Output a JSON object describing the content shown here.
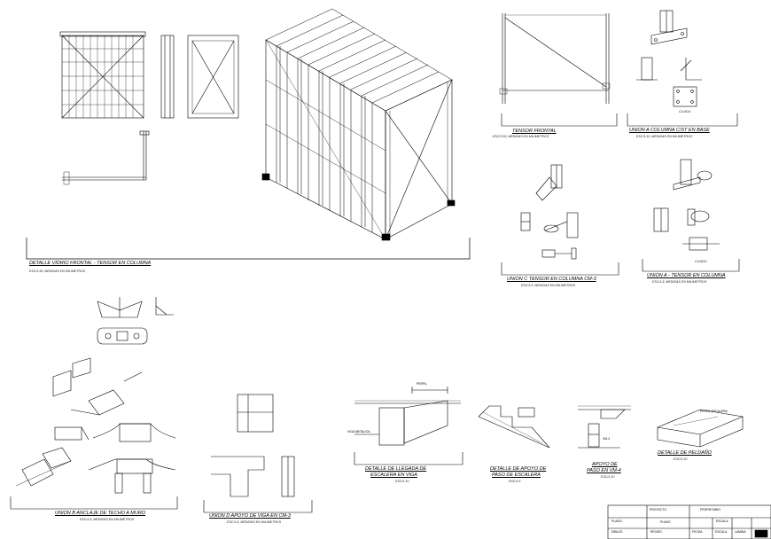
{
  "captions": {
    "main": {
      "title": "DETALLE VIDRIO FRONTAL - TENSOR EN COLUMNA",
      "note": "ESC/1:50, MEDIDAS EN MILIMETROS"
    },
    "tensor_frontal": {
      "title": "TENSOR FRONTAL",
      "note": "ESC/1:50, MEDIDAS EN MILIMETROS"
    },
    "union_base": {
      "title": "UNION A COLUMNA C/ST EN BASE",
      "note": "ESC/1:10, MEDIDAS EN MILIMETROS",
      "sub": "C/LADO"
    },
    "union_c_tensor": {
      "title": "UNION C TENSOR EN COLUMNA CM-3",
      "note": "ESC/1:5, MEDIDAS EN MILIMETROS"
    },
    "union_a_tensor": {
      "title": "UNION A - TENSOR EN COLUMNA",
      "note": "ESC/1:5, MEDIDAS EN MILIMETROS",
      "sub": "C/LADO"
    },
    "union_b": {
      "title": "UNION B ANCLAJE DE TECHO A MURO",
      "note": "ESC/1:5, MEDIDAS EN MILIMETROS"
    },
    "union_d": {
      "title": "UNION D APOYO DE VIGA EN CM-3",
      "note": "ESC/1:5, MEDIDAS EN MILIMETROS"
    },
    "llegada": {
      "title1": "DETALLE DE LLEGADA DE",
      "title2": "ESCALERA EN VIGA",
      "note": "ESC/1:10"
    },
    "apoyo_escalera": {
      "title1": "DETALLE DE APOYO DE",
      "title2": "PASO DE ESCALERA",
      "note": "ESC/1:5"
    },
    "apoyo_paso": {
      "title1": "APOYO DE",
      "title2": "PASO EN VM-4",
      "note": "ESC/1:10"
    },
    "peldano": {
      "title": "DETALLE DE PELDAÑO",
      "note": "ESC/1:10"
    }
  },
  "dimension_labels": {
    "d1": "VIGA METALICA",
    "d2": "PERFIL",
    "d3": "VM-4",
    "d4": "PERFIL ESCALERA"
  },
  "title_block": {
    "row1_left": "PROYECTO",
    "row1_right": "PROPIETARIO",
    "row2_left_label": "PLANO:",
    "row2_left_value": "PLANO",
    "row2_right_label": "ESCALA:",
    "row3_labels": [
      "DIBUJO",
      "REVISO",
      "FECHA",
      "ESCALA",
      "LAMINA"
    ]
  }
}
